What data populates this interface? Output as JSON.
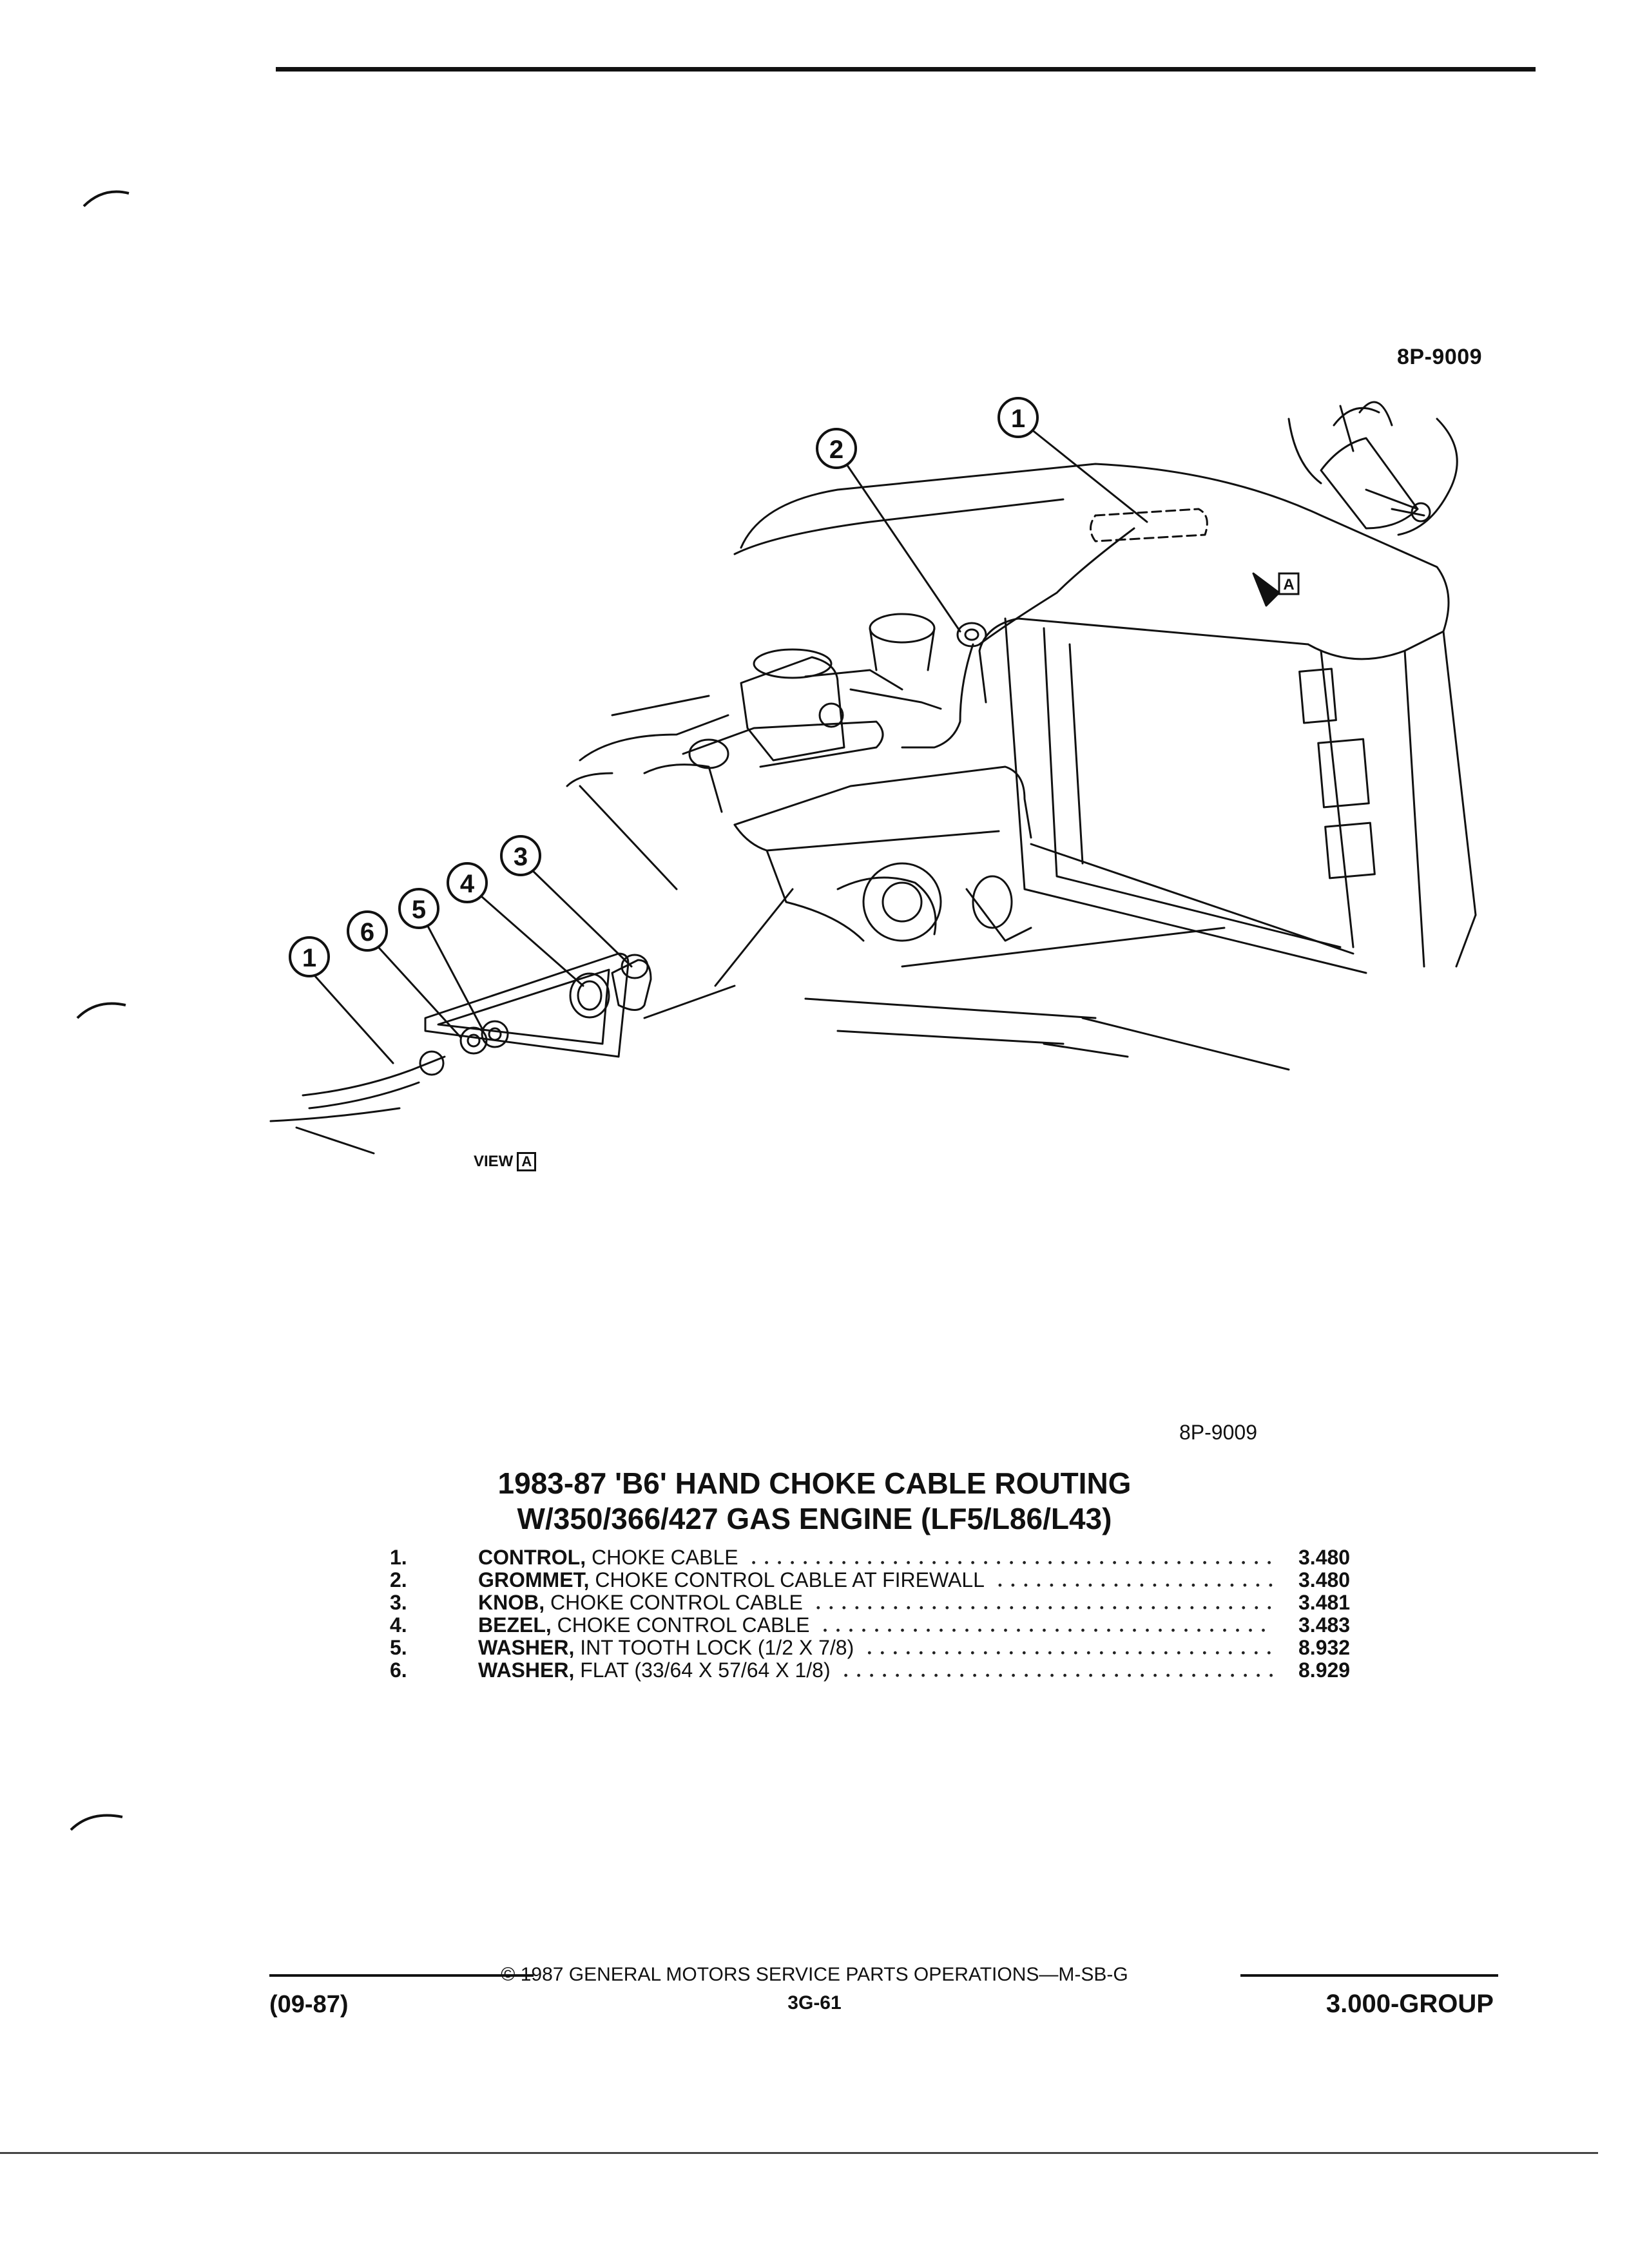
{
  "figure": {
    "id_top": "8P-9009",
    "id_bottom": "8P-9009",
    "view_label": "VIEW",
    "view_tag": "A",
    "callouts": [
      "1",
      "2",
      "1",
      "6",
      "5",
      "4",
      "3"
    ],
    "arrow_tag": "A"
  },
  "title": {
    "line1": "1983-87 'B6' HAND CHOKE CABLE ROUTING",
    "line2": "W/350/366/427 GAS ENGINE (LF5/L86/L43)"
  },
  "parts": [
    {
      "no": "1.",
      "name": "CONTROL,",
      "desc": " CHOKE CABLE",
      "group": "3.480"
    },
    {
      "no": "2.",
      "name": "GROMMET,",
      "desc": " CHOKE CONTROL CABLE AT FIREWALL",
      "group": "3.480"
    },
    {
      "no": "3.",
      "name": "KNOB,",
      "desc": " CHOKE CONTROL CABLE",
      "group": "3.481"
    },
    {
      "no": "4.",
      "name": "BEZEL,",
      "desc": " CHOKE CONTROL CABLE",
      "group": "3.483"
    },
    {
      "no": "5.",
      "name": "WASHER,",
      "desc": " INT TOOTH LOCK (1/2 X 7/8)",
      "group": "8.932"
    },
    {
      "no": "6.",
      "name": "WASHER,",
      "desc": " FLAT (33/64 X 57/64 X 1/8)",
      "group": "8.929"
    }
  ],
  "footer": {
    "date": "(09-87)",
    "copyright": "© 1987 GENERAL MOTORS SERVICE PARTS OPERATIONS—M-SB-G",
    "page": "3G-61",
    "group": "3.000-GROUP"
  }
}
